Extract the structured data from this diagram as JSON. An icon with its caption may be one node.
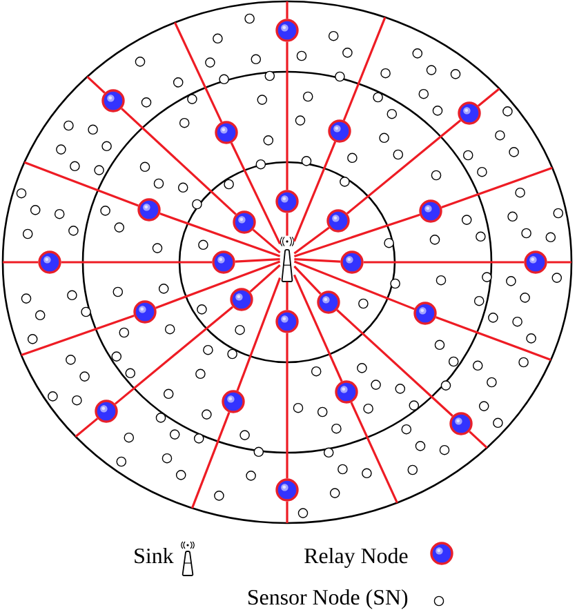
{
  "diagram": {
    "nodes": [
      {
        "text": [],
        "shape": "circle"
      },
      {
        "text": [],
        "shape": "circle"
      },
      {
        "text": [],
        "shape": "circle"
      },
      {
        "text": [],
        "shape": "circle"
      },
      {
        "text": [],
        "shape": "circle"
      },
      {
        "text": [],
        "shape": "circle"
      },
      {
        "text": [],
        "shape": "circle"
      },
      {
        "text": [],
        "shape": "circle"
      },
      {
        "text": [],
        "shape": "circle"
      },
      {
        "text": [],
        "shape": "circle"
      },
      {
        "text": [],
        "shape": "circle"
      },
      {
        "text": [],
        "shape": "circle"
      },
      {
        "text": [],
        "shape": "picture"
      },
      {
        "text": [],
        "shape": "circle"
      },
      {
        "text": [],
        "shape": "circle"
      },
      {
        "text": [],
        "shape": "circle"
      },
      {
        "text": [],
        "shape": "circle"
      },
      {
        "text": [],
        "shape": "circle"
      },
      {
        "text": [],
        "shape": "circle"
      },
      {
        "text": [],
        "shape": "circle"
      },
      {
        "text": [],
        "shape": "circle"
      },
      {
        "text": [],
        "shape": "circle"
      },
      {
        "text": [],
        "shape": "circle"
      },
      {
        "text": [],
        "shape": "circle"
      },
      {
        "text": [],
        "shape": "circle"
      }
    ],
    "edges": [
      {
        "from": 12,
        "to": 5,
        "arrow": "none"
      },
      {
        "from": 5,
        "to": 0,
        "arrow": "none"
      },
      {
        "from": 0,
        "to": null,
        "arrow": "none"
      },
      {
        "from": 12,
        "to": 4,
        "arrow": "none"
      },
      {
        "from": 4,
        "to": null,
        "arrow": "none"
      },
      {
        "from": 12,
        "to": 9,
        "arrow": "none"
      },
      {
        "from": 9,
        "to": 2,
        "arrow": "none"
      },
      {
        "from": 2,
        "to": null,
        "arrow": "none"
      },
      {
        "from": 12,
        "to": 7,
        "arrow": "none"
      },
      {
        "from": 7,
        "to": null,
        "arrow": "none"
      },
      {
        "from": 12,
        "to": 13,
        "arrow": "none"
      },
      {
        "from": 13,
        "to": 14,
        "arrow": "none"
      },
      {
        "from": 14,
        "to": null,
        "arrow": "none"
      },
      {
        "from": 12,
        "to": 18,
        "arrow": "none"
      },
      {
        "from": 18,
        "to": null,
        "arrow": "none"
      },
      {
        "from": 12,
        "to": 16,
        "arrow": "none"
      },
      {
        "from": 16,
        "to": 23,
        "arrow": "none"
      },
      {
        "from": 23,
        "to": null,
        "arrow": "none"
      },
      {
        "from": 12,
        "to": 20,
        "arrow": "none"
      },
      {
        "from": 20,
        "to": null,
        "arrow": "none"
      },
      {
        "from": 12,
        "to": 19,
        "arrow": "none"
      },
      {
        "from": 19,
        "to": 24,
        "arrow": "none"
      },
      {
        "from": 24,
        "to": null,
        "arrow": "none"
      },
      {
        "from": 12,
        "to": 21,
        "arrow": "none"
      },
      {
        "from": 21,
        "to": null,
        "arrow": "none"
      },
      {
        "from": 12,
        "to": 15,
        "arrow": "none"
      },
      {
        "from": 15,
        "to": 22,
        "arrow": "none"
      },
      {
        "from": 22,
        "to": null,
        "arrow": "none"
      },
      {
        "from": 12,
        "to": 17,
        "arrow": "none"
      },
      {
        "from": 17,
        "to": null,
        "arrow": "none"
      },
      {
        "from": 12,
        "to": 11,
        "arrow": "none"
      },
      {
        "from": 11,
        "to": 10,
        "arrow": "none"
      },
      {
        "from": 10,
        "to": null,
        "arrow": "none"
      },
      {
        "from": 12,
        "to": 6,
        "arrow": "none"
      },
      {
        "from": 6,
        "to": null,
        "arrow": "none"
      },
      {
        "from": 12,
        "to": 8,
        "arrow": "none"
      },
      {
        "from": 8,
        "to": 1,
        "arrow": "none"
      },
      {
        "from": 1,
        "to": null,
        "arrow": "none"
      },
      {
        "from": 12,
        "to": 3,
        "arrow": "none"
      },
      {
        "from": 3,
        "to": null,
        "arrow": "none"
      }
    ],
    "legend": [
      {
        "text": "Sink"
      },
      {
        "text": "Relay Node",
        "color": "#3333ff"
      },
      {
        "text": "Sensor Node (SN)"
      }
    ]
  }
}
